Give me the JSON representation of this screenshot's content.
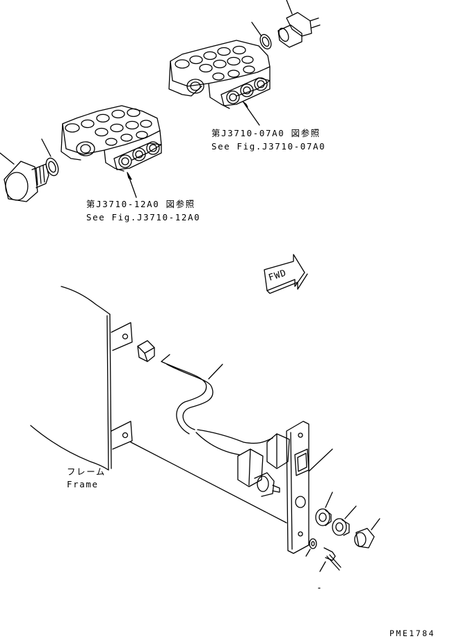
{
  "callouts": {
    "ref_top": {
      "jp": "第J3710-07A0 図参照",
      "en": "See Fig.J3710-07A0"
    },
    "ref_left": {
      "jp": "第J3710-12A0 図参照",
      "en": "See Fig.J3710-12A0"
    },
    "frame": {
      "jp": "フレーム",
      "en": "Frame"
    }
  },
  "fwd_label": "FWD",
  "drawing_number": "PME1784"
}
